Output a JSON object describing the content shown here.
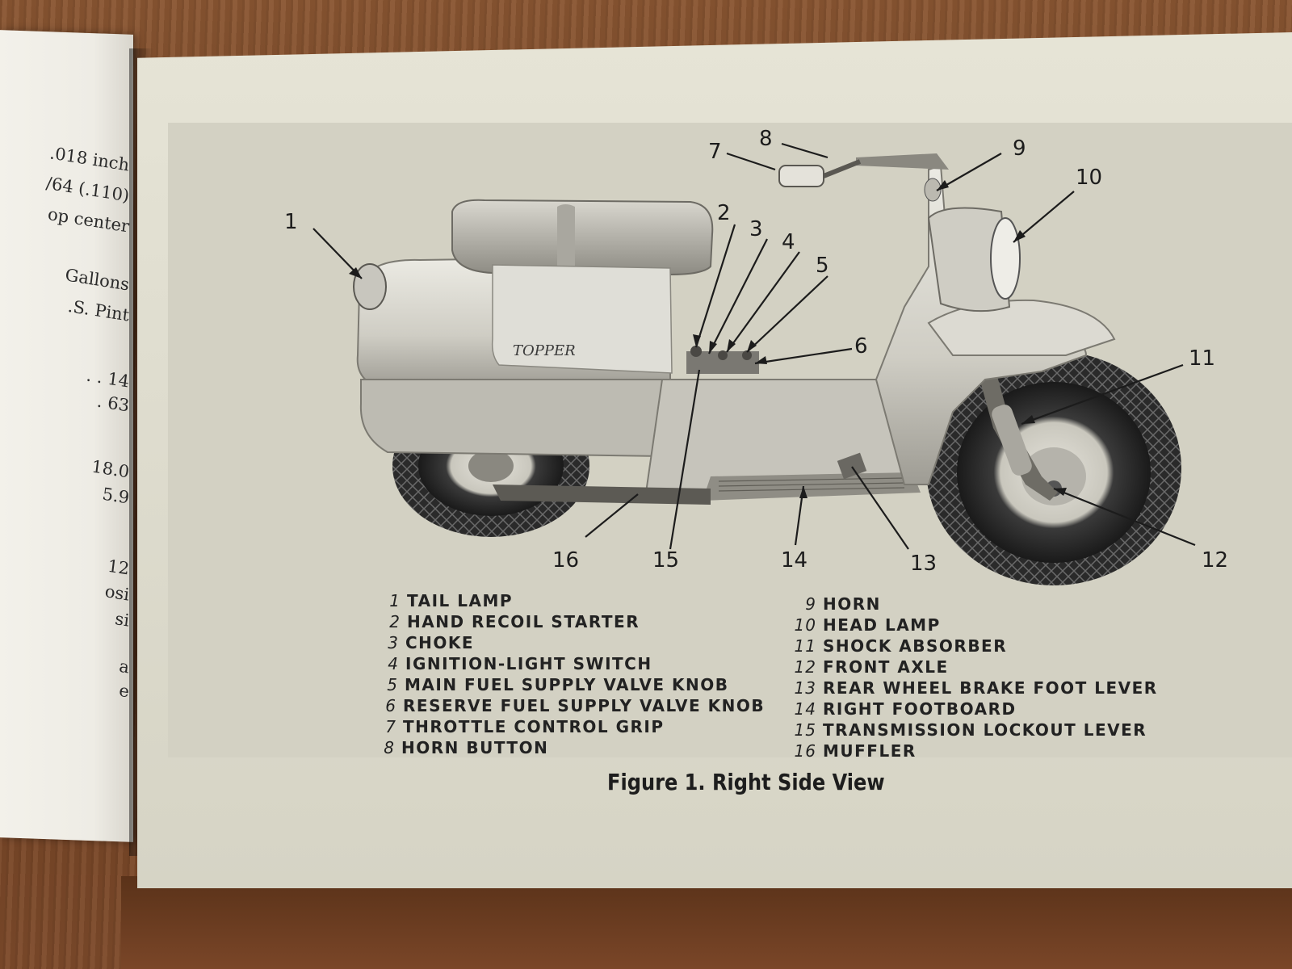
{
  "left_page": {
    "lines": [
      ".018 inch",
      "/64 (.110)",
      "op center",
      "Gallons",
      ".S. Pint",
      ". . 14",
      ". 63",
      "18.0",
      "5.9",
      "12",
      "osi",
      "si",
      "a",
      "e"
    ]
  },
  "figure": {
    "callouts": [
      "1",
      "2",
      "3",
      "4",
      "5",
      "6",
      "7",
      "8",
      "9",
      "10",
      "11",
      "12",
      "13",
      "14",
      "15",
      "16"
    ],
    "brand_text": "TOPPER",
    "legend_left": [
      {
        "num": "1",
        "label": "TAIL LAMP"
      },
      {
        "num": "2",
        "label": "HAND RECOIL STARTER"
      },
      {
        "num": "3",
        "label": "CHOKE"
      },
      {
        "num": "4",
        "label": "IGNITION-LIGHT SWITCH"
      },
      {
        "num": "5",
        "label": "MAIN FUEL SUPPLY VALVE KNOB"
      },
      {
        "num": "6",
        "label": "RESERVE FUEL SUPPLY VALVE KNOB"
      },
      {
        "num": "7",
        "label": "THROTTLE CONTROL GRIP"
      },
      {
        "num": "8",
        "label": "HORN BUTTON"
      }
    ],
    "legend_right": [
      {
        "num": "9",
        "label": "HORN"
      },
      {
        "num": "10",
        "label": "HEAD LAMP"
      },
      {
        "num": "11",
        "label": "SHOCK ABSORBER"
      },
      {
        "num": "12",
        "label": "FRONT AXLE"
      },
      {
        "num": "13",
        "label": "REAR WHEEL BRAKE FOOT LEVER"
      },
      {
        "num": "14",
        "label": "RIGHT FOOTBOARD"
      },
      {
        "num": "15",
        "label": "TRANSMISSION LOCKOUT LEVER"
      },
      {
        "num": "16",
        "label": "MUFFLER"
      }
    ],
    "caption": "Figure 1. Right Side View"
  }
}
